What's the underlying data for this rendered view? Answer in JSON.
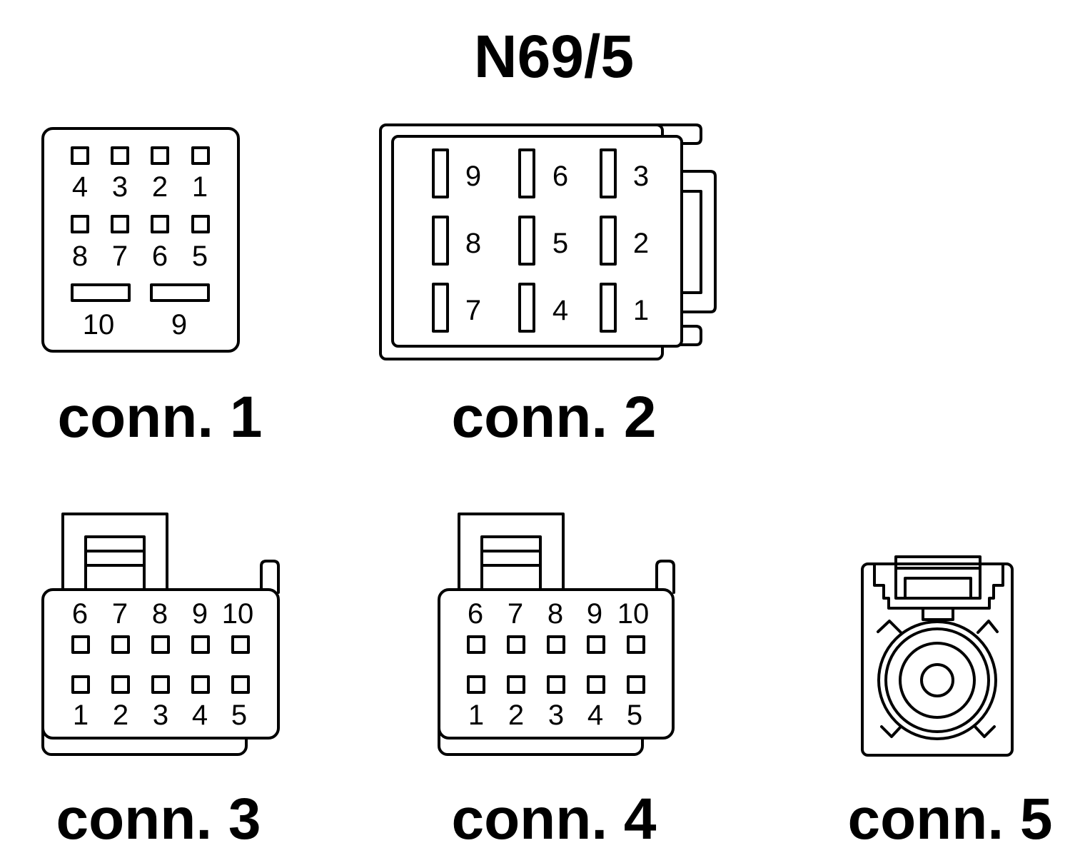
{
  "title": "N69/5",
  "connectors": [
    {
      "caption": "conn. 1",
      "top_pins": [
        "4",
        "3",
        "2",
        "1"
      ],
      "middle_pins": [
        "8",
        "7",
        "6",
        "5"
      ],
      "bottom_pins": [
        "10",
        "9"
      ]
    },
    {
      "caption": "conn. 2",
      "rows": [
        [
          "9",
          "6",
          "3"
        ],
        [
          "8",
          "5",
          "2"
        ],
        [
          "7",
          "4",
          "1"
        ]
      ]
    },
    {
      "caption": "conn. 3",
      "top_pins": [
        "6",
        "7",
        "8",
        "9",
        "10"
      ],
      "bottom_pins": [
        "1",
        "2",
        "3",
        "4",
        "5"
      ]
    },
    {
      "caption": "conn. 4",
      "top_pins": [
        "6",
        "7",
        "8",
        "9",
        "10"
      ],
      "bottom_pins": [
        "1",
        "2",
        "3",
        "4",
        "5"
      ]
    },
    {
      "caption": "conn. 5"
    }
  ]
}
